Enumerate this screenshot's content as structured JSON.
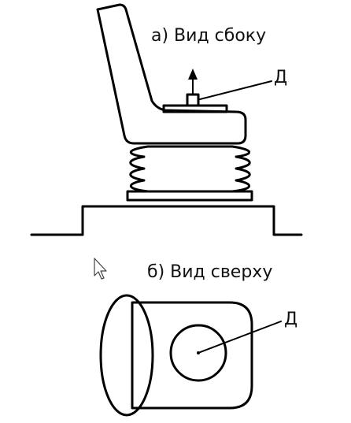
{
  "labels": {
    "side_view": "а) Вид сбоку",
    "top_view": "б) Вид сверху",
    "sensor_side": "Д",
    "sensor_top": "Д"
  },
  "icons": {
    "cursor": "mouse-pointer-icon"
  },
  "colors": {
    "line": "#000000",
    "background": "#ffffff"
  }
}
